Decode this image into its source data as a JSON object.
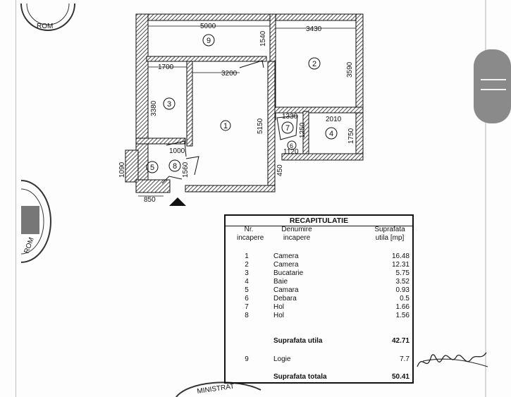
{
  "plan": {
    "dims": {
      "d5000": "5000",
      "d3430": "3430",
      "d1540": "1540",
      "d3590": "3590",
      "d1700": "1700",
      "d3200": "3200",
      "d3380": "3380",
      "d5150": "5150",
      "d1330": "1330",
      "d2010": "2010",
      "d1250": "1250",
      "d1750": "1750",
      "d1000": "1000",
      "d1120": "1120",
      "d1560": "1560",
      "d1090": "1090",
      "d450": "450",
      "d850": "850"
    },
    "rooms": [
      "1",
      "2",
      "3",
      "4",
      "5",
      "6",
      "7",
      "8",
      "9"
    ]
  },
  "recap": {
    "title": "RECAPITULATIE",
    "headers": {
      "nr": "Nr.",
      "nr2": "incapere",
      "name": "Denumire",
      "name2": "incapere",
      "area": "Suprafata",
      "area2": "utila [mp]"
    },
    "rows": [
      {
        "nr": "1",
        "name": "Camera",
        "area": "16.48"
      },
      {
        "nr": "2",
        "name": "Camera",
        "area": "12.31"
      },
      {
        "nr": "3",
        "name": "Bucatarie",
        "area": "5.75"
      },
      {
        "nr": "4",
        "name": "Baie",
        "area": "3.52"
      },
      {
        "nr": "5",
        "name": "Camara",
        "area": "0.93"
      },
      {
        "nr": "6",
        "name": "Debara",
        "area": "0.5"
      },
      {
        "nr": "7",
        "name": "Hol",
        "area": "1.66"
      },
      {
        "nr": "8",
        "name": "Hol",
        "area": "1.56"
      }
    ],
    "useful_label": "Suprafata utila",
    "useful_value": "42.71",
    "logia": {
      "nr": "9",
      "name": "Logie",
      "area": "7.7"
    },
    "total_label": "Suprafata totala",
    "total_value": "50.41"
  },
  "stamps": {
    "top_text": "ROM",
    "left_text": "ROM",
    "bottom_text": "MINISTRAT"
  }
}
